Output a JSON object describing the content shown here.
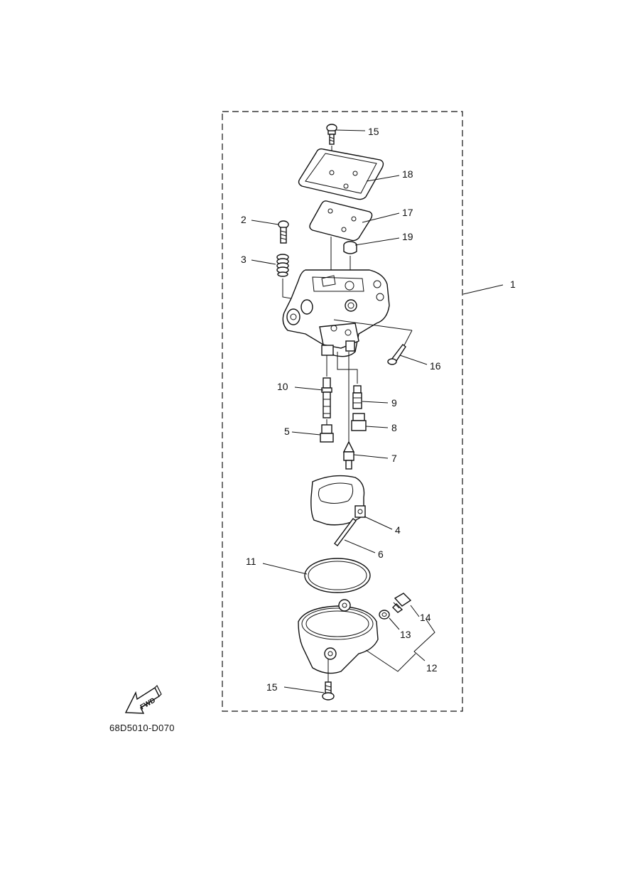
{
  "diagram_code": "68D5010-D070",
  "fwd_label": "FWD",
  "callouts": {
    "c1": "1",
    "c2": "2",
    "c3": "3",
    "c4": "4",
    "c5": "5",
    "c6": "6",
    "c7": "7",
    "c8": "8",
    "c9": "9",
    "c10": "10",
    "c11": "11",
    "c12": "12",
    "c13": "13",
    "c14": "14",
    "c15a": "15",
    "c15b": "15",
    "c16": "16",
    "c17": "17",
    "c18": "18",
    "c19": "19"
  }
}
